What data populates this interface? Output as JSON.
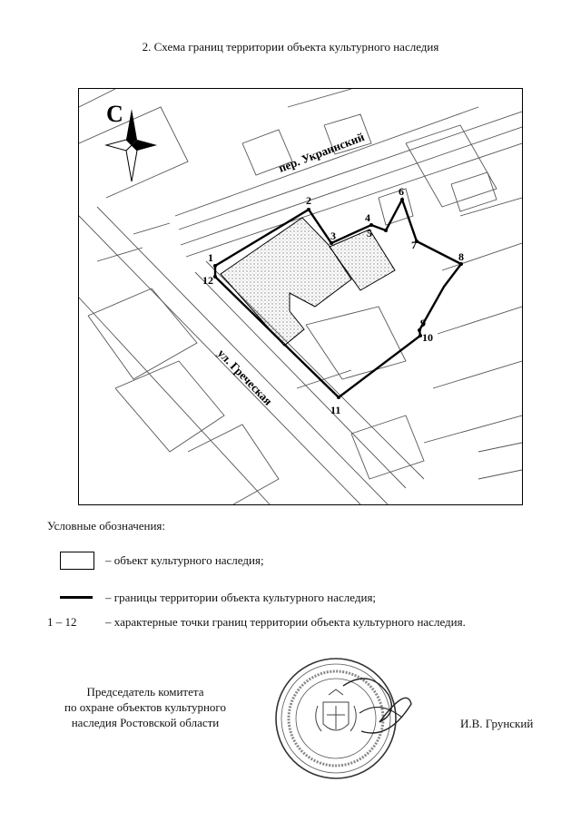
{
  "title": "2. Схема границ территории объекта культурного наследия",
  "map": {
    "north_label": "С",
    "street_labels": [
      "пер. Украинский",
      "ул. Греческая"
    ],
    "points": [
      "1",
      "2",
      "3",
      "4",
      "5",
      "6",
      "7",
      "8",
      "9",
      "10",
      "11",
      "12"
    ]
  },
  "legend": {
    "heading": "Условные обозначения:",
    "items": [
      {
        "symbol": "box",
        "text": "– объект культурного наследия;"
      },
      {
        "symbol": "thick-line",
        "text": "– границы территории объекта культурного наследия;"
      },
      {
        "symbol": "range",
        "symbol_text": "1 – 12",
        "text": "– характерные точки границ территории объекта культурного наследия."
      }
    ]
  },
  "signature": {
    "position_lines": [
      "Председатель комитета",
      "по охране объектов культурного",
      "наследия Ростовской области"
    ],
    "name": "И.В. Грунский"
  },
  "colors": {
    "ink": "#111111",
    "map_lines": "#555555",
    "object_fill": "#bbbbbb"
  }
}
